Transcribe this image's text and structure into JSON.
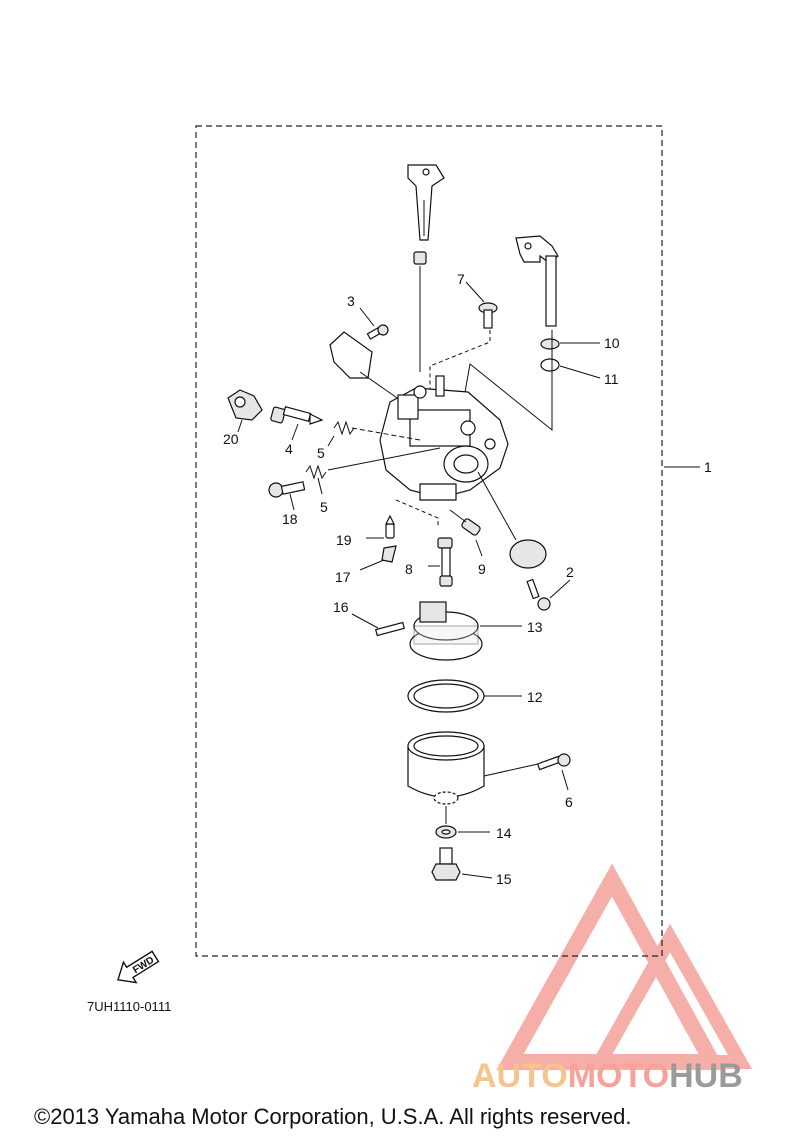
{
  "diagram": {
    "code": "7UH1110-0111",
    "fwd_label": "FWD",
    "copyright": "©2013 Yamaha Motor Corporation, U.S.A. All rights reserved."
  },
  "watermark": {
    "part1": "AUTO",
    "part2": "MOTO",
    "part3": "HUB",
    "color_part1": "#f6c48c",
    "color_part2": "#f4a29a",
    "color_part3": "#9a9a9a",
    "triangle_color": "#f4a09a"
  },
  "callouts": {
    "c1": "1",
    "c2": "2",
    "c3": "3",
    "c4": "4",
    "c5a": "5",
    "c5b": "5",
    "c6": "6",
    "c7": "7",
    "c8": "8",
    "c9": "9",
    "c10": "10",
    "c11": "11",
    "c12": "12",
    "c13": "13",
    "c14": "14",
    "c15": "15",
    "c16": "16",
    "c17": "17",
    "c18": "18",
    "c19": "19",
    "c20": "20"
  }
}
